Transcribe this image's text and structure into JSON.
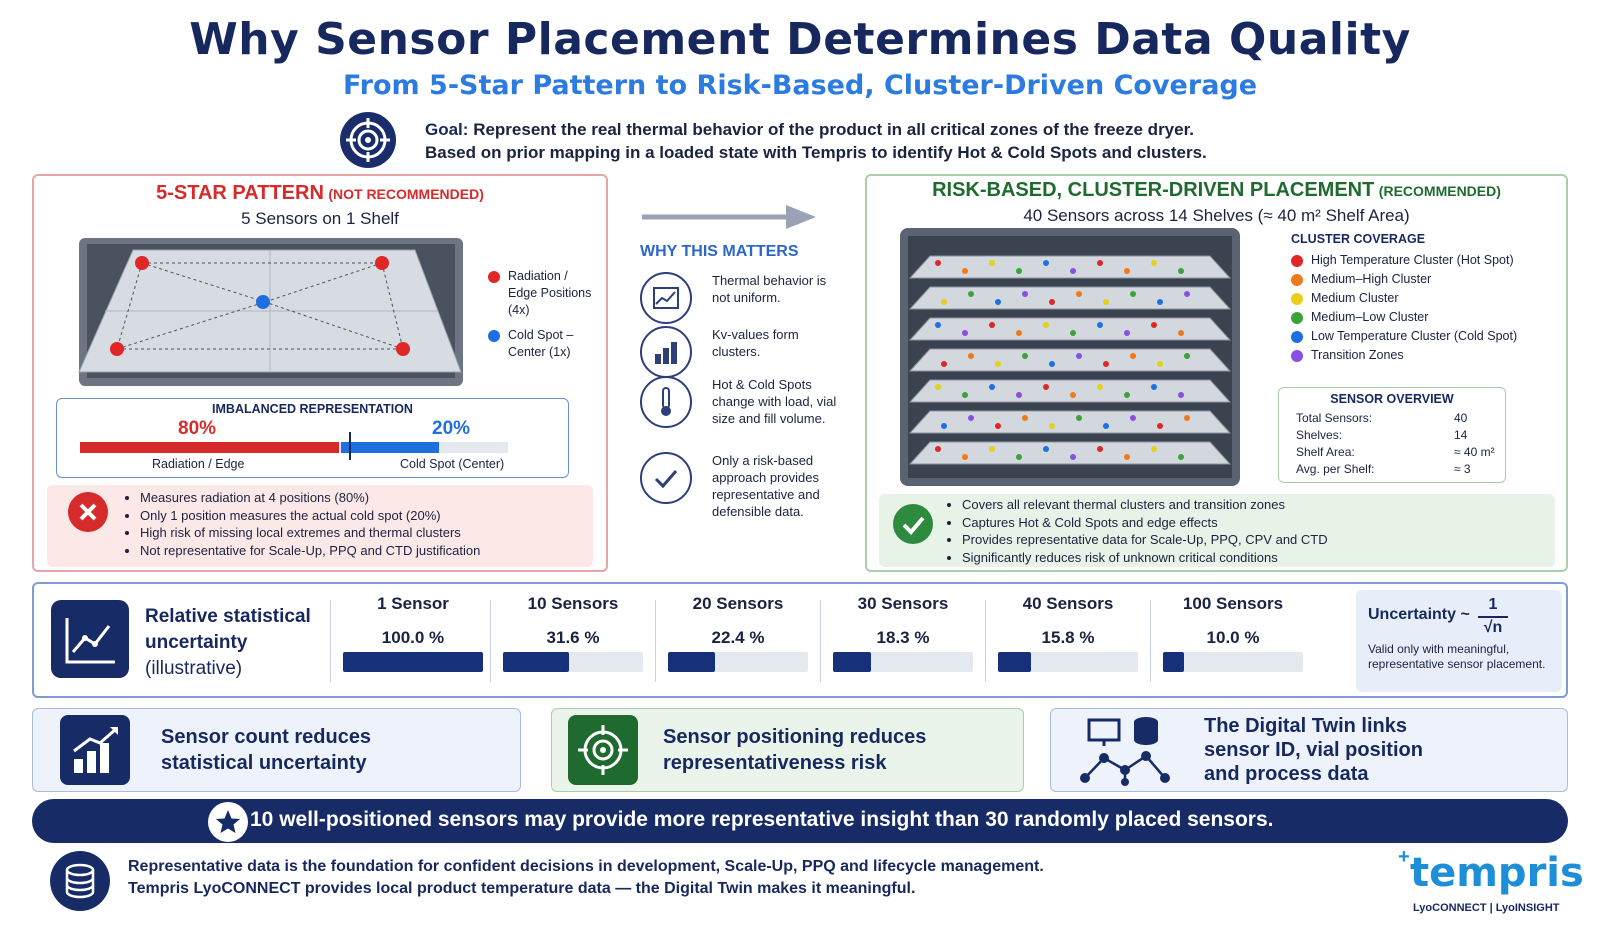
{
  "header": {
    "title": "Why Sensor Placement Determines Data Quality",
    "subtitle": "From 5-Star Pattern to Risk-Based, Cluster-Driven Coverage",
    "goal_label": "Goal:",
    "goal_line1": "Represent the real thermal behavior of the product in all critical zones of the freeze dryer.",
    "goal_line2": "Based on prior mapping in a loaded state with Tempris to identify Hot & Cold Spots and clusters."
  },
  "left_panel": {
    "title": "5-STAR PATTERN",
    "title_tag": "(NOT RECOMMENDED)",
    "subtitle": "5 Sensors on 1 Shelf",
    "legend": [
      {
        "label": "Radiation / Edge Positions (4x)",
        "color": "#e02626"
      },
      {
        "label": "Cold Spot – Center (1x)",
        "color": "#1e6fe0"
      }
    ],
    "imbalance_title": "IMBALANCED REPRESENTATION",
    "radiation_pct": "80%",
    "cold_pct": "20%",
    "radiation_fraction": 0.8,
    "radiation_label": "Radiation / Edge",
    "cold_label": "Cold Spot (Center)",
    "bullets": [
      "Measures radiation at 4 positions (80%)",
      "Only 1 position measures the actual cold spot (20%)",
      "High risk of missing local extremes and thermal clusters",
      "Not representative for Scale-Up, PPQ and CTD justification"
    ]
  },
  "why": {
    "title": "WHY THIS MATTERS",
    "items": [
      {
        "icon": "line-chart-icon",
        "text": "Thermal behavior is not uniform."
      },
      {
        "icon": "bar-chart-icon",
        "text": "Kv-values form clusters."
      },
      {
        "icon": "thermometer-icon",
        "text": "Hot & Cold Spots change with load, vial size and fill volume."
      },
      {
        "icon": "checkmark-icon",
        "text": "Only a risk-based approach provides representative and defensible data."
      }
    ]
  },
  "right_panel": {
    "title": "RISK-BASED, CLUSTER-DRIVEN PLACEMENT",
    "title_tag": "(RECOMMENDED)",
    "subtitle": "40 Sensors across 14 Shelves (≈ 40 m² Shelf Area)",
    "coverage_title": "CLUSTER COVERAGE",
    "clusters": [
      {
        "label": "High Temperature Cluster (Hot Spot)",
        "color": "#e02626"
      },
      {
        "label": "Medium–High Cluster",
        "color": "#f07a1a"
      },
      {
        "label": "Medium Cluster",
        "color": "#e8cf1a"
      },
      {
        "label": "Medium–Low Cluster",
        "color": "#3aa33a"
      },
      {
        "label": "Low Temperature Cluster (Cold Spot)",
        "color": "#1e6fe0"
      },
      {
        "label": "Transition Zones",
        "color": "#8a4fe0"
      }
    ],
    "overview_title": "SENSOR OVERVIEW",
    "overview": [
      {
        "label": "Total Sensors:",
        "value": "40"
      },
      {
        "label": "Shelves:",
        "value": "14"
      },
      {
        "label": "Shelf Area:",
        "value": "≈ 40 m²"
      },
      {
        "label": "Avg. per Shelf:",
        "value": "≈ 3"
      }
    ],
    "bullets": [
      "Covers all relevant thermal clusters and transition zones",
      "Captures Hot & Cold Spots and edge effects",
      "Provides representative data for Scale-Up, PPQ, CPV and CTD",
      "Significantly reduces risk of unknown critical conditions"
    ]
  },
  "uncertainty": {
    "label_line1": "Relative statistical",
    "label_line2": "uncertainty",
    "label_line3": "(illustrative)",
    "columns": [
      {
        "sensors": "1 Sensor",
        "value": "100.0 %",
        "fraction": 1.0
      },
      {
        "sensors": "10 Sensors",
        "value": "31.6 %",
        "fraction": 0.316
      },
      {
        "sensors": "20 Sensors",
        "value": "22.4 %",
        "fraction": 0.224
      },
      {
        "sensors": "30 Sensors",
        "value": "18.3 %",
        "fraction": 0.183
      },
      {
        "sensors": "40 Sensors",
        "value": "15.8 %",
        "fraction": 0.158
      },
      {
        "sensors": "100 Sensors",
        "value": "10.0 %",
        "fraction": 0.1
      }
    ],
    "formula_label": "Uncertainty ~",
    "formula_num": "1",
    "formula_den": "√n",
    "formula_note": "Valid only with meaningful, representative sensor placement."
  },
  "cards": [
    {
      "line1": "Sensor count reduces",
      "line2": "statistical uncertainty"
    },
    {
      "line1": "Sensor positioning reduces",
      "line2": "representativeness risk"
    },
    {
      "line1": "The Digital Twin links",
      "line2": "sensor ID, vial position",
      "line3": "and process data"
    }
  ],
  "banner": "10 well-positioned sensors may provide more representative insight than 30 randomly placed sensors.",
  "footer": {
    "line1": "Representative data is the foundation for confident decisions in development, Scale-Up, PPQ and lifecycle management.",
    "line2": "Tempris LyoCONNECT provides local product temperature data — the Digital Twin makes it meaningful."
  },
  "logo": {
    "name": "tempris",
    "sub": "LyoCONNECT  |  LyoINSIGHT"
  }
}
